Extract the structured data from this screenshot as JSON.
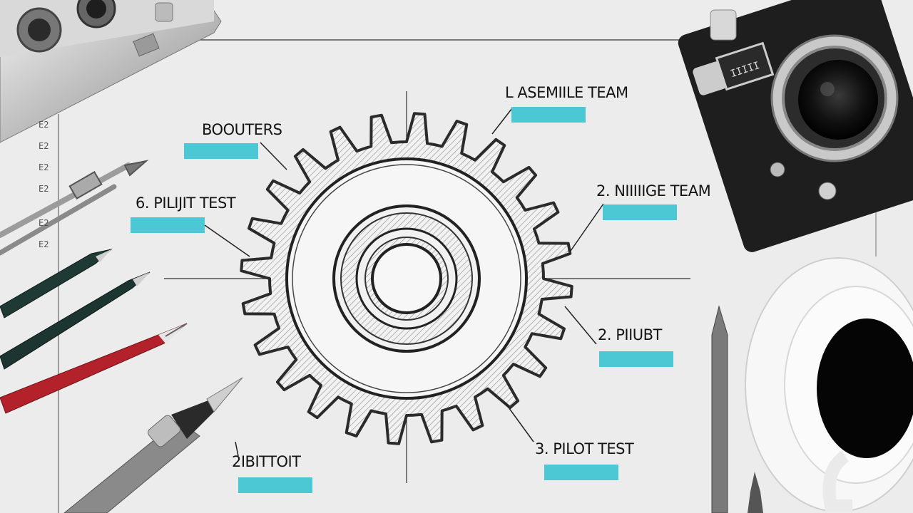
{
  "colors": {
    "paper": "#ececec",
    "accent_tag": "#4cc7d4",
    "ink": "#141414"
  },
  "diagram": {
    "labels": [
      "L ASEMIILE TEAM",
      "BOOUTERS",
      "6. PILIJIT TEST",
      "2. NIIIIIGE TEAM",
      "2. PIIUBT",
      "2IBITTOIT",
      "3. PILOT TEST"
    ]
  },
  "ruler": {
    "marks": [
      "E2",
      "E2",
      "E2",
      "E2",
      "E2",
      "E2"
    ]
  },
  "camera": {
    "badge": "IIIII"
  },
  "objects": [
    "gear-drawing",
    "camera-icon",
    "coffee-cup-icon",
    "compass-icon",
    "pen-icon",
    "pencil-icon",
    "ruler-icon",
    "utility-knife-icon"
  ]
}
